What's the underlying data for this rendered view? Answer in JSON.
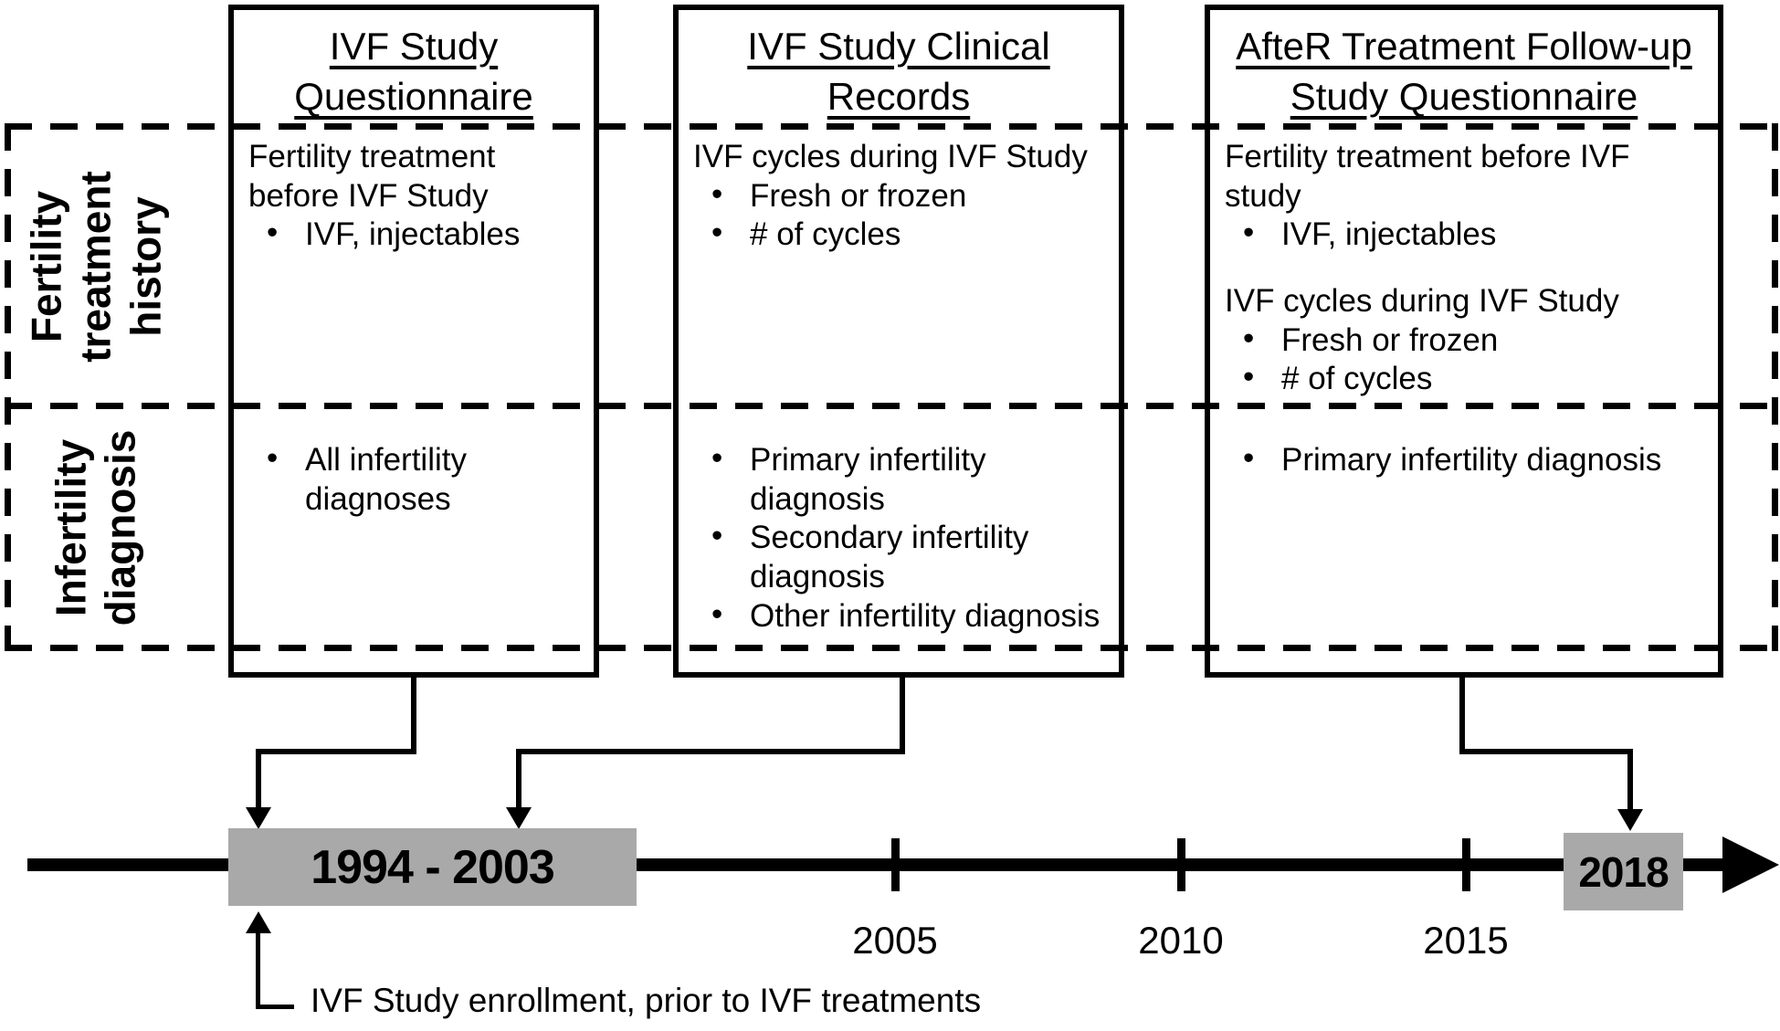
{
  "glyphs": {
    "bullet": "•"
  },
  "row_labels": [
    {
      "label": "Fertility\ntreatment\nhistory"
    },
    {
      "label": "Infertility\ndiagnosis"
    }
  ],
  "columns": [
    {
      "title": "IVF Study\nQuestionnaire",
      "row1": {
        "groups": [
          {
            "heading": "Fertility treatment\nbefore IVF Study",
            "bullets": [
              "IVF, injectables"
            ]
          }
        ]
      },
      "row2": {
        "bullets": [
          "All infertility\ndiagnoses"
        ]
      }
    },
    {
      "title": "IVF Study Clinical\nRecords",
      "row1": {
        "groups": [
          {
            "heading": "IVF cycles during IVF Study",
            "bullets": [
              "Fresh or frozen",
              "# of cycles"
            ]
          }
        ]
      },
      "row2": {
        "bullets": [
          "Primary infertility\ndiagnosis",
          "Secondary infertility\ndiagnosis",
          "Other infertility diagnosis"
        ]
      }
    },
    {
      "title": "AfteR Treatment Follow-up\nStudy Questionnaire",
      "row1": {
        "groups": [
          {
            "heading": "Fertility treatment before IVF\nstudy",
            "bullets": [
              "IVF, injectables"
            ]
          },
          {
            "heading": "IVF cycles during IVF Study",
            "bullets": [
              "Fresh or frozen",
              "# of cycles"
            ]
          }
        ]
      },
      "row2": {
        "bullets": [
          "Primary infertility diagnosis"
        ]
      }
    }
  ],
  "timeline": {
    "era_label": "1994 - 2003",
    "ticks": [
      "2005",
      "2010",
      "2015"
    ],
    "end_label": "2018",
    "annotation": "IVF Study enrollment, prior to IVF treatments",
    "bar_color": "#a9a9a9",
    "line_color": "#000000"
  }
}
